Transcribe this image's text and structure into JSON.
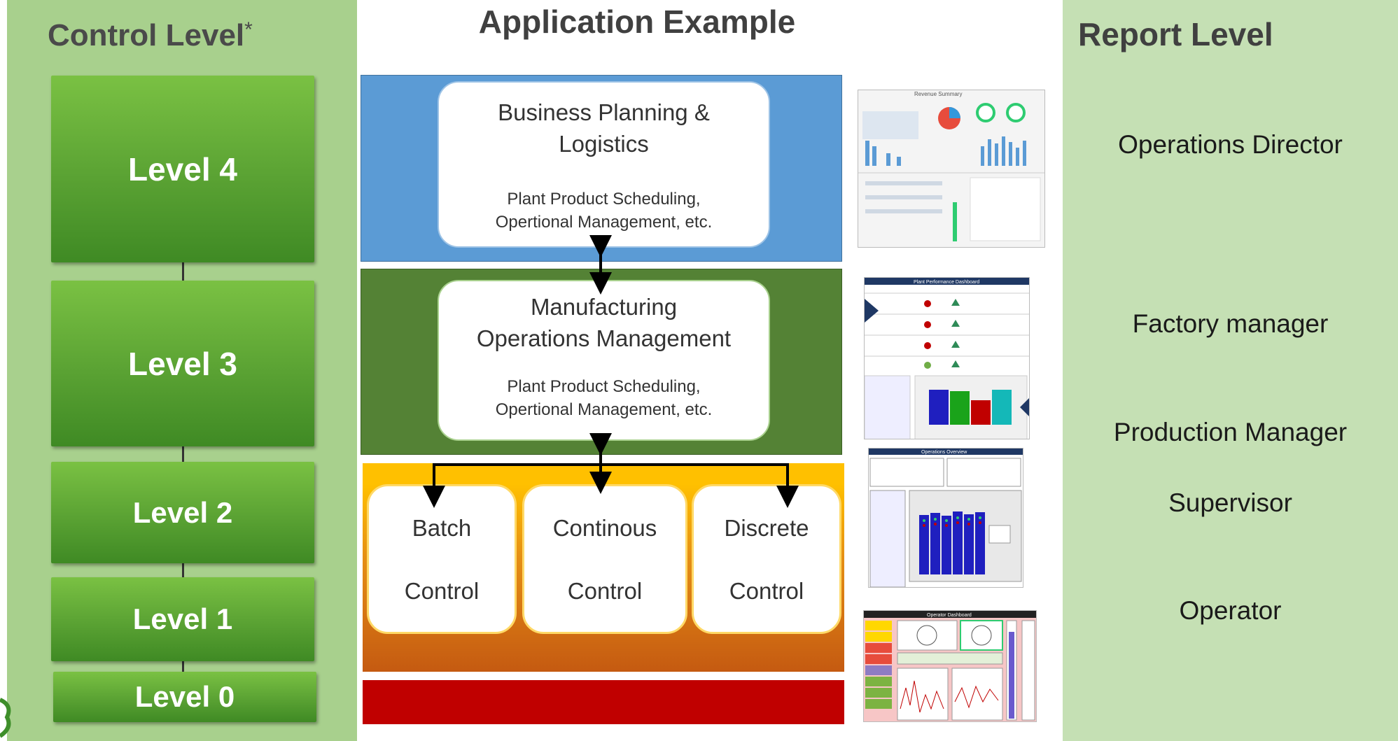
{
  "control_panel": {
    "title": "Control Level",
    "title_mark": "*",
    "levels": [
      "Level 4",
      "Level 3",
      "Level 2",
      "Level 1",
      "Level 0"
    ]
  },
  "center": {
    "title": "Application Example",
    "business": {
      "title_line1": "Business Planning &",
      "title_line2": "Logistics",
      "sub_line1": "Plant Product Scheduling,",
      "sub_line2": "Opertional Management, etc."
    },
    "manufacturing": {
      "title_line1": "Manufacturing",
      "title_line2": "Operations Management",
      "sub_line1": "Plant Product Scheduling,",
      "sub_line2": "Opertional Management, etc."
    },
    "controls": [
      {
        "line1": "Batch",
        "line2": "Control"
      },
      {
        "line1": "Continous",
        "line2": "Control"
      },
      {
        "line1": "Discrete",
        "line2": "Control"
      }
    ]
  },
  "report_panel": {
    "title": "Report Level",
    "roles": [
      "Operations Director",
      "Factory manager",
      "Production Manager",
      "Supervisor",
      "Operator"
    ]
  },
  "thumbnails": [
    {
      "title": "Revenue Summary"
    },
    {
      "title": "Plant Performance Dashboard"
    },
    {
      "title": "Operations Overview"
    },
    {
      "title": "Operator Dashboard"
    }
  ],
  "colors": {
    "left_panel": "#a8d08d",
    "right_panel": "#c5e0b4",
    "level_box": "#5aa233",
    "band_business": "#5b9bd5",
    "band_manufacturing": "#548235",
    "band_control": "#e58f14",
    "band_field": "#c00000"
  }
}
